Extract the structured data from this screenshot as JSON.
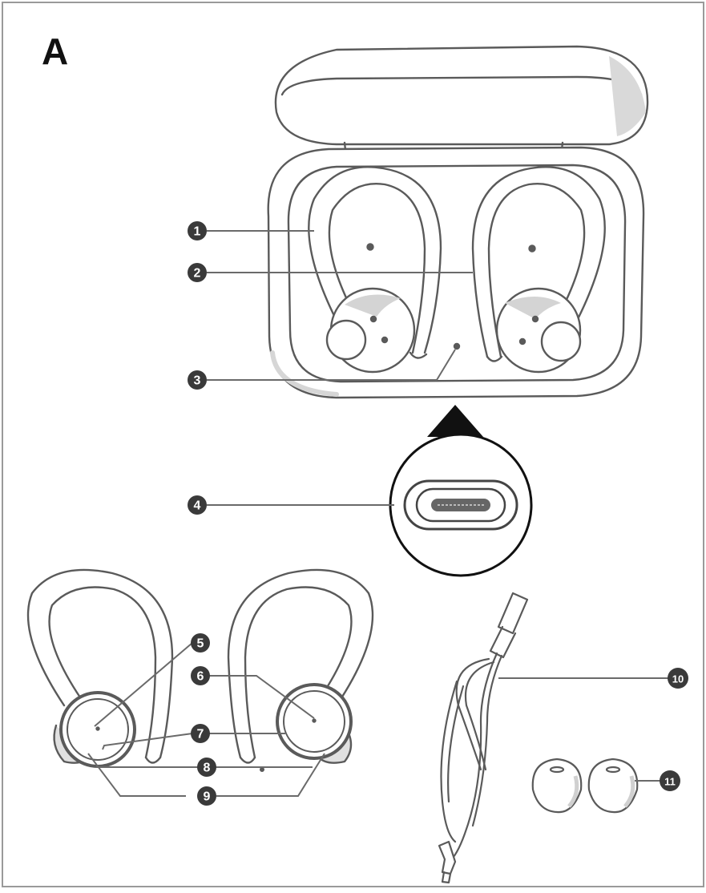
{
  "figure": {
    "panel_label": "A",
    "callouts": [
      {
        "number": "1",
        "part": "left-ear-hook"
      },
      {
        "number": "2",
        "part": "right-ear-hook"
      },
      {
        "number": "3",
        "part": "case-indicator-light"
      },
      {
        "number": "4",
        "part": "usb-c-port"
      },
      {
        "number": "5",
        "part": "left-earbud-touch-panel"
      },
      {
        "number": "6",
        "part": "right-earbud-touch-panel"
      },
      {
        "number": "7",
        "part": "earbud-led"
      },
      {
        "number": "8",
        "part": "microphone"
      },
      {
        "number": "9",
        "part": "charging-contacts"
      },
      {
        "number": "10",
        "part": "usb-cable"
      },
      {
        "number": "11",
        "part": "ear-tips"
      }
    ],
    "colors": {
      "line": "#5a5a5a",
      "badge": "#3a3a3a",
      "badge_text": "#ffffff",
      "shade": "#d4d4d4",
      "frame": "#9a9a9a"
    }
  }
}
